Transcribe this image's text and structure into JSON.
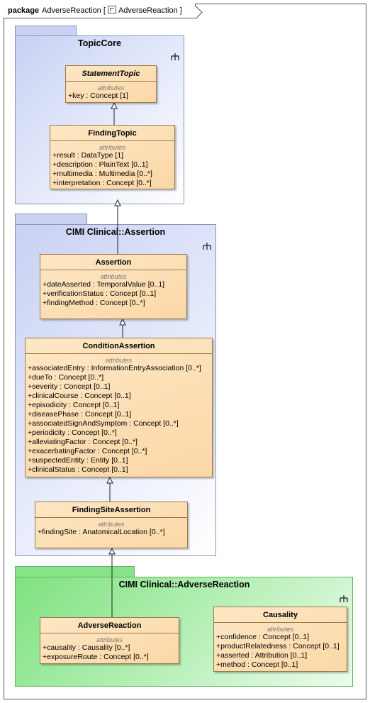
{
  "frame": {
    "keyword": "package",
    "name": "AdverseReaction",
    "bracket_open": "[",
    "diagram_name": "AdverseReaction",
    "bracket_close": "]"
  },
  "packages": {
    "topic_core": {
      "title": "TopicCore"
    },
    "assertion": {
      "title": "CIMI Clinical::Assertion"
    },
    "adverse_reaction": {
      "title": "CIMI Clinical::AdverseReaction"
    }
  },
  "classes": {
    "statement_topic": {
      "name": "StatementTopic",
      "section": "attributes",
      "attrs": [
        {
          "name": "+key",
          "type": " : Concept [1]"
        }
      ]
    },
    "finding_topic": {
      "name": "FindingTopic",
      "section": "attributes",
      "attrs": [
        {
          "name": "+result",
          "type": " : DataType [1]"
        },
        {
          "name": "+description",
          "type": " : PlainText [0..1]"
        },
        {
          "name": "+multimedia",
          "type": " : Multimedia [0..*]"
        },
        {
          "name": "+interpretation",
          "type": " : Concept [0..*]"
        }
      ]
    },
    "assertion": {
      "name": "Assertion",
      "section": "attributes",
      "attrs": [
        {
          "name": "+dateAsserted",
          "type": " : TemporalValue [0..1]"
        },
        {
          "name": "+verificationStatus",
          "type": " : Concept [0..1]"
        },
        {
          "name": "+findingMethod",
          "type": " : Concept [0..*]"
        }
      ]
    },
    "condition_assertion": {
      "name": "ConditionAssertion",
      "section": "attributes",
      "attrs": [
        {
          "name": "+associatedEntry",
          "type": " : InformationEntryAssociation [0..*]"
        },
        {
          "name": "+dueTo",
          "type": " : Concept [0..*]"
        },
        {
          "name": "+severity",
          "type": " : Concept [0..1]"
        },
        {
          "name": "+clinicalCourse",
          "type": " : Concept [0..1]"
        },
        {
          "name": "+episodicity",
          "type": " : Concept [0..1]"
        },
        {
          "name": "+diseasePhase",
          "type": " : Concept [0..1]"
        },
        {
          "name": "+associatedSignAndSymptom",
          "type": " : Concept [0..*]"
        },
        {
          "name": "+periodicity",
          "type": " : Concept [0..*]"
        },
        {
          "name": "+alleviatingFactor",
          "type": " : Concept [0..*]"
        },
        {
          "name": "+exacerbatingFactor",
          "type": " : Concept [0..*]"
        },
        {
          "name": "+suspectedEntity",
          "type": " : Entity [0..1]"
        },
        {
          "name": "+clinicalStatus",
          "type": " : Concept [0..1]"
        }
      ]
    },
    "finding_site_assertion": {
      "name": "FindingSiteAssertion",
      "section": "attributes",
      "attrs": [
        {
          "name": "+findingSite",
          "type": " : AnatomicalLocation [0..*]"
        }
      ]
    },
    "adverse_reaction": {
      "name": "AdverseReaction",
      "section": "attributes",
      "attrs": [
        {
          "name": "+causality",
          "type": " : Causality [0..*]"
        },
        {
          "name": "+exposureRoute",
          "type": " : Concept [0..*]"
        }
      ]
    },
    "causality": {
      "name": "Causality",
      "section": "attributes",
      "attrs": [
        {
          "name": "+confidence",
          "type": " : Concept [0..1]"
        },
        {
          "name": "+productRelatedness",
          "type": " : Concept [0..1]"
        },
        {
          "name": "+asserted",
          "type": " : Attribution [0..1]"
        },
        {
          "name": "+method",
          "type": " : Concept [0..1]"
        }
      ]
    }
  },
  "icons": {
    "package_icon": "tree-structure-icon",
    "frame_icon": "diagram-icon"
  },
  "colors": {
    "class_fill": "#fbd7a6",
    "package_blue": "#c9d2f2",
    "package_green": "#7ee27e"
  }
}
